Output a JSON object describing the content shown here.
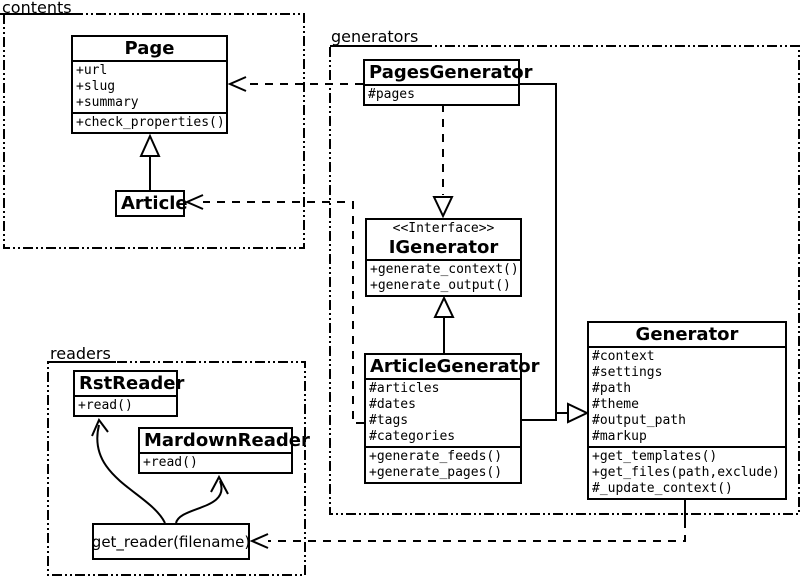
{
  "colors": {
    "stroke": "#000000",
    "background": "#ffffff"
  },
  "packages": {
    "contents": {
      "label": "contents"
    },
    "generators": {
      "label": "generators"
    },
    "readers": {
      "label": "readers"
    }
  },
  "classes": {
    "page": {
      "title": "Page",
      "attributes": [
        "+url",
        "+slug",
        "+summary"
      ],
      "methods": [
        "+check_properties()"
      ]
    },
    "article": {
      "title": "Article"
    },
    "pages_generator": {
      "title": "PagesGenerator",
      "attributes": [
        "#pages"
      ]
    },
    "igenerator": {
      "stereotype": "<<Interface>>",
      "title": "IGenerator",
      "methods": [
        "+generate_context()",
        "+generate_output()"
      ]
    },
    "article_generator": {
      "title": "ArticleGenerator",
      "attributes": [
        "#articles",
        "#dates",
        "#tags",
        "#categories"
      ],
      "methods": [
        "+generate_feeds()",
        "+generate_pages()"
      ]
    },
    "generator": {
      "title": "Generator",
      "attributes": [
        "#context",
        "#settings",
        "#path",
        "#theme",
        "#output_path",
        "#markup"
      ],
      "methods": [
        "+get_templates()",
        "+get_files(path,exclude)",
        "#_update_context()"
      ]
    },
    "rst_reader": {
      "title": "RstReader",
      "methods": [
        "+read()"
      ]
    },
    "markdown_reader": {
      "title": "MardownReader",
      "methods": [
        "+read()"
      ]
    },
    "get_reader": {
      "title": "get_reader(filename)"
    }
  }
}
